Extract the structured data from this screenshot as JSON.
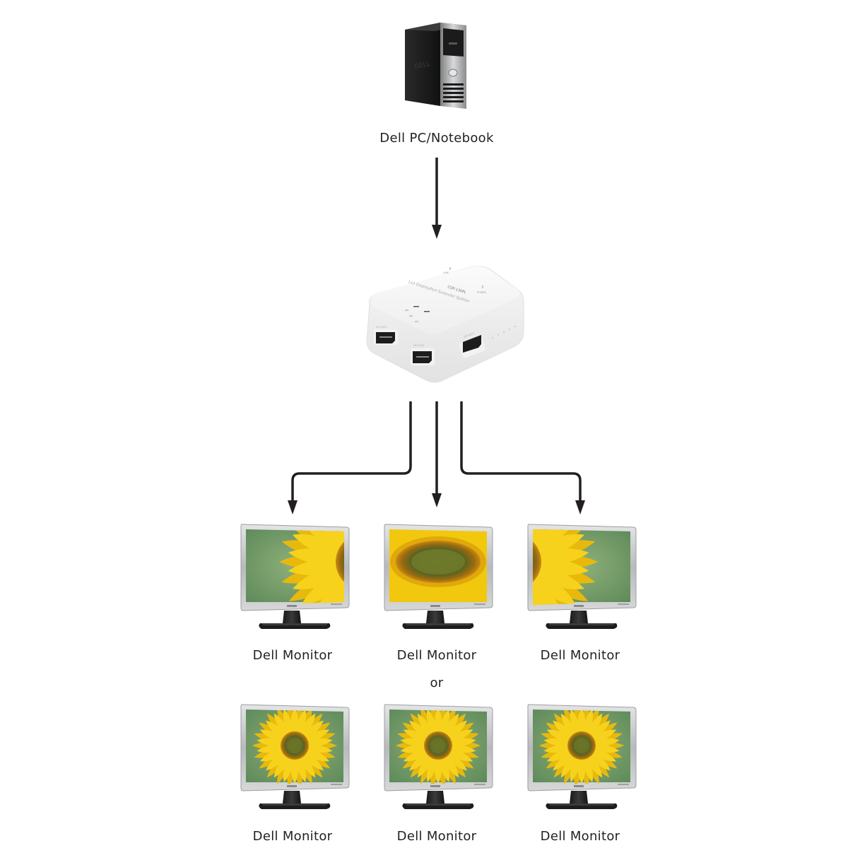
{
  "source": {
    "label": "Dell PC/Notebook",
    "icon": "desktop-tower-icon"
  },
  "splitter": {
    "icon": "displayport-splitter-icon",
    "model_text": "CDP-130PL",
    "description_text": "1x3 DisplayPort Extender Splitter",
    "indicators": [
      "LINK",
      "POWER"
    ],
    "ports": [
      "DP OUT1",
      "DP OUT2",
      "DP OUT3"
    ]
  },
  "outputs": {
    "top_row": [
      {
        "label": "Dell Monitor",
        "screen": "sunflower-left-third"
      },
      {
        "label": "Dell Monitor",
        "screen": "sunflower-center-third"
      },
      {
        "label": "Dell Monitor",
        "screen": "sunflower-right-third"
      }
    ],
    "separator": "or",
    "bottom_row": [
      {
        "label": "Dell Monitor",
        "screen": "sunflower-full"
      },
      {
        "label": "Dell Monitor",
        "screen": "sunflower-full"
      },
      {
        "label": "Dell Monitor",
        "screen": "sunflower-full"
      }
    ]
  },
  "colors": {
    "arrow": "#231f20",
    "text": "#231f20",
    "petal": "#f2c80f",
    "flower_center": "#6f7a2a",
    "bezel": "#c9cacc"
  }
}
